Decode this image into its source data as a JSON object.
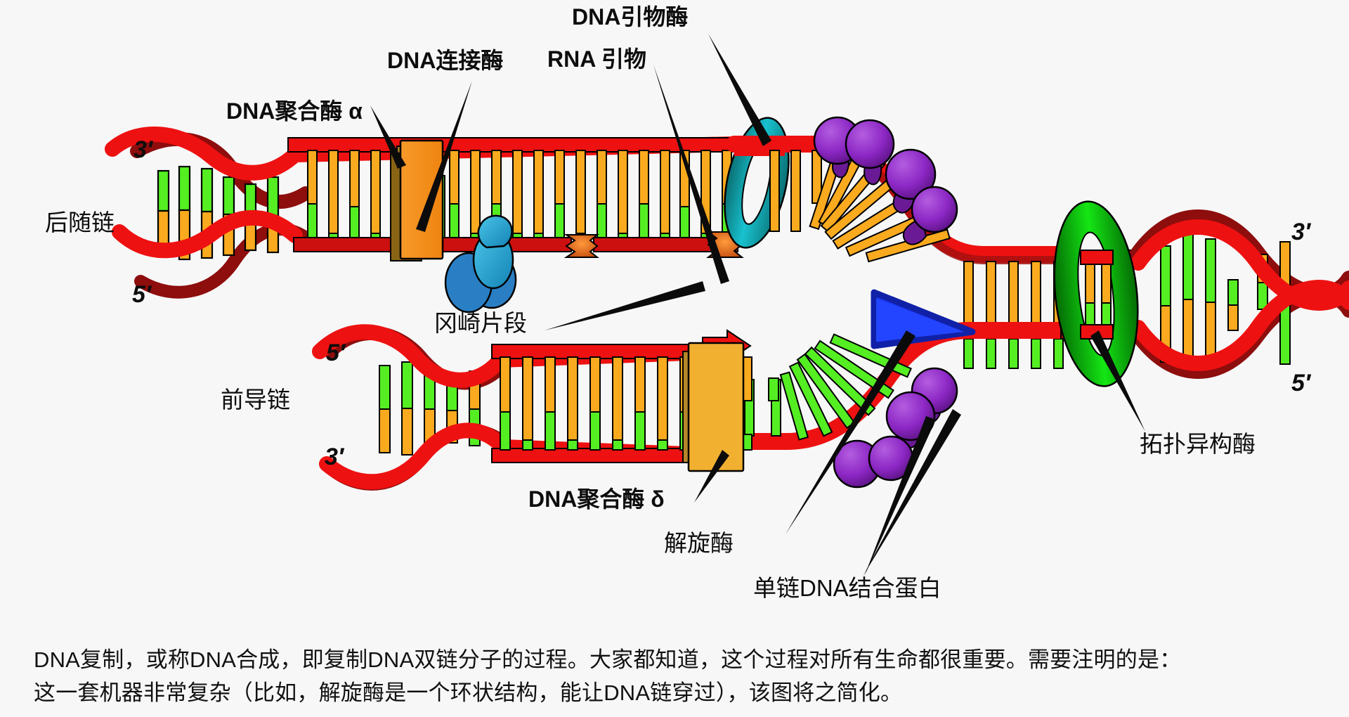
{
  "figure": {
    "title_domain": "DNA replication schematic",
    "background_color": "#f7f7f7",
    "labels": {
      "dna_polymerase_alpha": "DNA聚合酶 α",
      "dna_ligase": "DNA连接酶",
      "dna_primase": "DNA引物酶",
      "rna_primer": "RNA 引物",
      "lagging_strand": "后随链",
      "leading_strand": "前导链",
      "okazaki_fragment": "冈崎片段",
      "dna_polymerase_delta": "DNA聚合酶 δ",
      "helicase": "解旋酶",
      "ssb_protein": "单链DNA结合蛋白",
      "topoisomerase": "拓扑异构酶",
      "lagging_three_prime": "3′",
      "lagging_five_prime": "5′",
      "leading_five_prime": "5′",
      "leading_three_prime": "3′",
      "right_three_prime": "3′",
      "right_five_prime": "5′"
    },
    "colors": {
      "backbone_red": "#ee1111",
      "backbone_dark_red": "#a41111",
      "base_orange": "#f9aa1e",
      "base_green": "#55ee22",
      "ligase_orange": "#f58f1e",
      "polymerase_delta_orange": "#f2b031",
      "primase_teal": "#0fa3ac",
      "helicase_blue": "#1a31e8",
      "ssb_purple": "#8c27c4",
      "topoisomerase_green": "#0ea50e",
      "rna_primer_orange": "#e2661a",
      "okazaki_blue": "#2aa6d6",
      "outline": "#000000",
      "text": "#111111"
    },
    "caption_lines": [
      "DNA复制，或称DNA合成，即复制DNA双链分子的过程。大家都知道，这个过程对所有生命都很重要。需要注明的是：",
      "这一套机器非常复杂（比如，解旋酶是一个环状结构，能让DNA链穿过），该图将之简化。"
    ]
  }
}
